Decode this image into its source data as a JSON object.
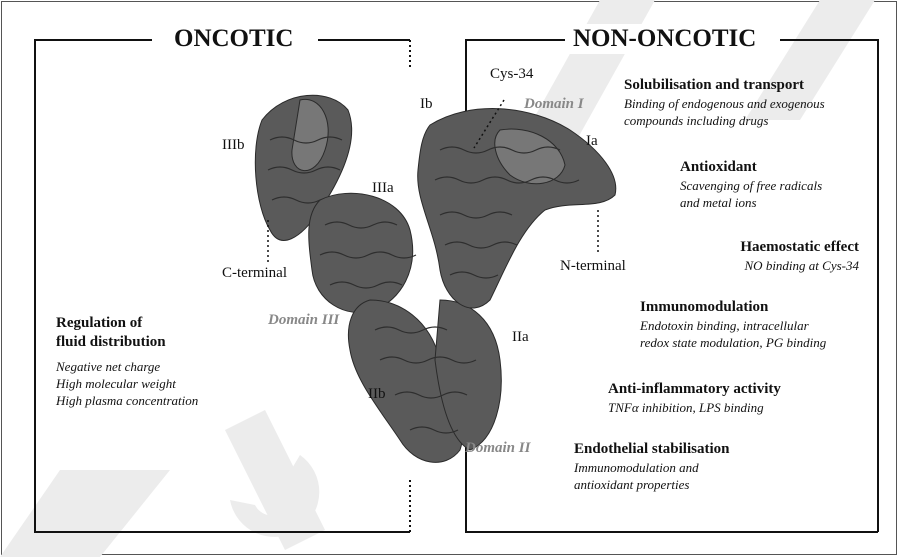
{
  "headings": {
    "oncotic": "ONCOTIC",
    "non_oncotic": "NON-ONCOTIC"
  },
  "structure_labels": {
    "cys34": "Cys-34",
    "ib": "Ib",
    "ia": "Ia",
    "iiib": "IIIb",
    "iiia": "IIIa",
    "iia": "IIa",
    "iib": "IIb",
    "c_terminal": "C-terminal",
    "n_terminal": "N-terminal",
    "domain_i": "Domain I",
    "domain_ii": "Domain II",
    "domain_iii": "Domain III"
  },
  "oncotic": {
    "title_line1": "Regulation of",
    "title_line2": "fluid distribution",
    "items": [
      "Negative net charge",
      "High molecular weight",
      "High plasma concentration"
    ]
  },
  "non_oncotic": [
    {
      "title": "Solubilisation and transport",
      "desc": [
        "Binding of endogenous and exogenous",
        "compounds including drugs"
      ]
    },
    {
      "title": "Antioxidant",
      "desc": [
        "Scavenging of free radicals",
        "and metal ions"
      ]
    },
    {
      "title": "Haemostatic effect",
      "desc": [
        "NO binding at Cys-34"
      ]
    },
    {
      "title": "Immunomodulation",
      "desc": [
        "Endotoxin binding, intracellular",
        "redox state modulation, PG binding"
      ]
    },
    {
      "title": "Anti-inflammatory activity",
      "desc": [
        "TNFα inhibition, LPS binding"
      ]
    },
    {
      "title": "Endothelial stabilisation",
      "desc": [
        "Immunomodulation and",
        "antioxidant properties"
      ]
    }
  ],
  "colors": {
    "protein": "#5a5a5a",
    "domain_label": "#888888",
    "watermark": "#ececec"
  }
}
